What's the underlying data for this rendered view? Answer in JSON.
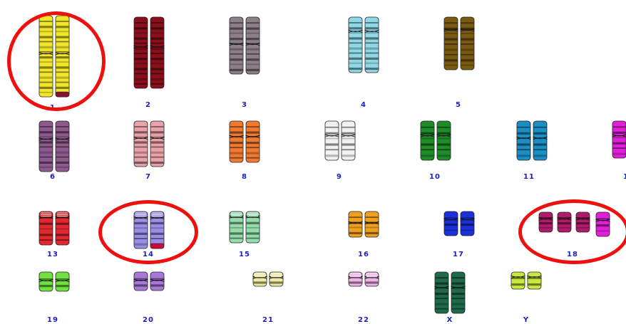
{
  "labels": {
    "c1": "1",
    "c2": "2",
    "c3": "3",
    "c4": "4",
    "c5": "5",
    "c6": "6",
    "c7": "7",
    "c8": "8",
    "c9": "9",
    "c10": "10",
    "c11": "11",
    "c12": "1",
    "c13": "13",
    "c14": "14",
    "c15": "15",
    "c16": "16",
    "c17": "17",
    "c18": "18",
    "c19": "19",
    "c20": "20",
    "c21": "21",
    "c22": "22",
    "cX": "X",
    "cY": "Y"
  },
  "colors": {
    "c1": "#f2e62a",
    "c2": "#8a0f1c",
    "c3": "#8c7f88",
    "c4": "#8fd8e6",
    "c5": "#7a5a12",
    "c6": "#8e5a8e",
    "c7": "#e8a2aa",
    "c8": "#f07a30",
    "c9": "#f1f1f1",
    "c10": "#1f8c2a",
    "c11": "#1b8ec4",
    "c12": "#e020d8",
    "c13": "#e02830",
    "c14": "#9a8ee6",
    "c15": "#94dcaa",
    "c16": "#f0a020",
    "c17": "#1a30d8",
    "c18": "#b01c6a",
    "c19": "#70e040",
    "c20": "#a878d8",
    "c21": "#eee8a0",
    "c22": "#f0b0e8",
    "cX": "#1e6a4a",
    "cY": "#c8e840",
    "highlight_ring": "#ee0f0f",
    "label_text": "#1d1dc4"
  },
  "highlighted": [
    "1",
    "14",
    "18"
  ]
}
